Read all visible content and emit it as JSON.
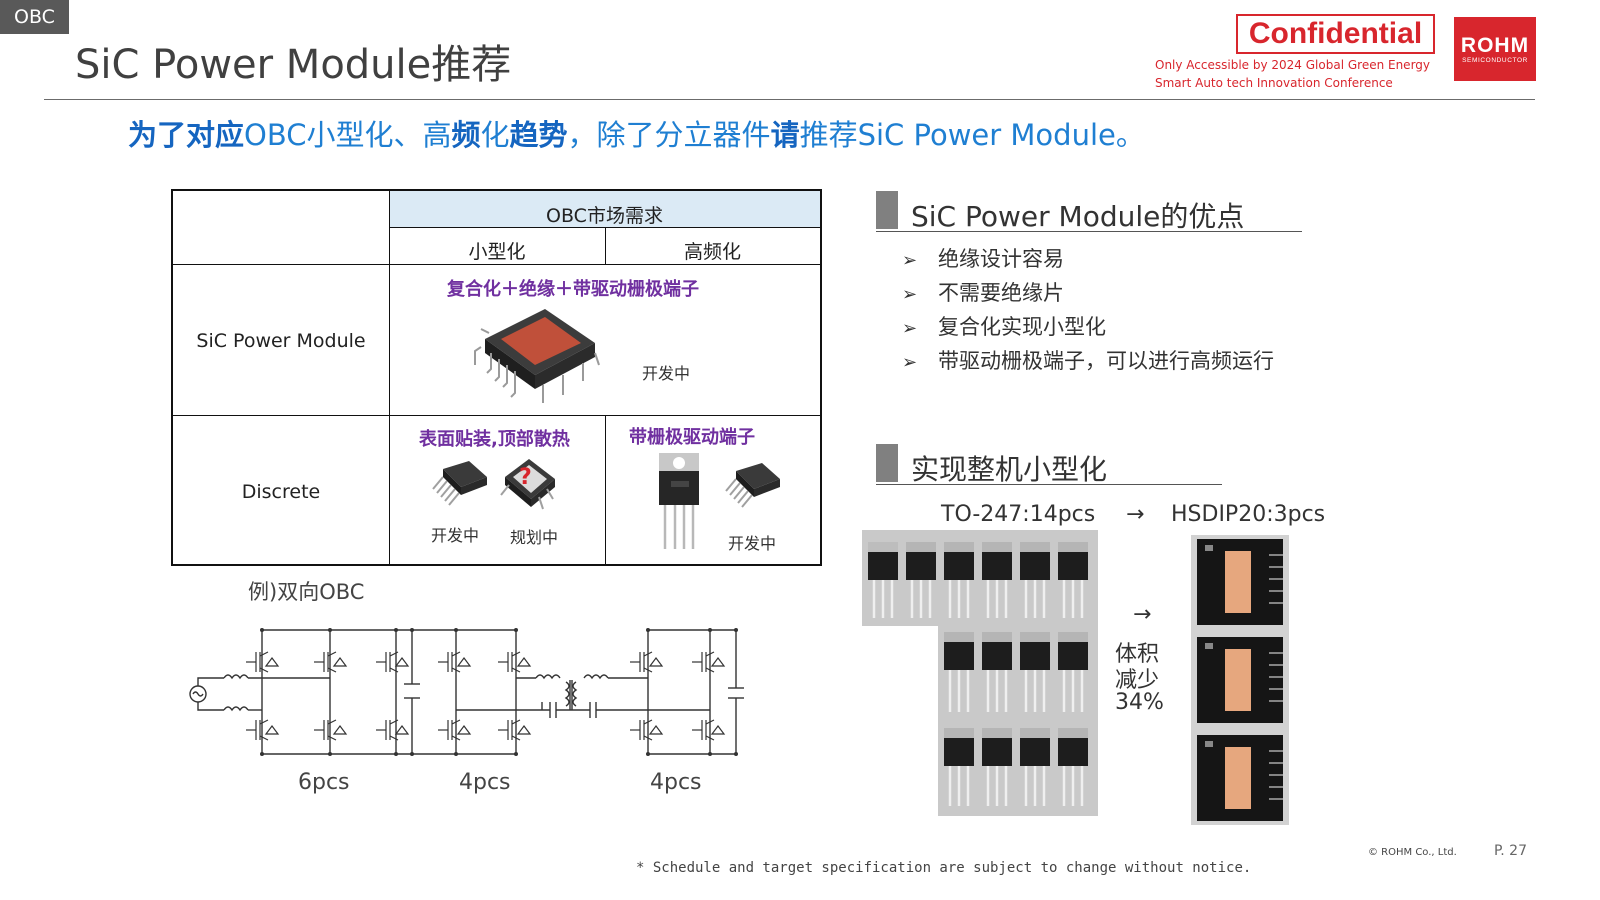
{
  "tag": "OBC",
  "title": "SiC Power Module推荐",
  "confidential": {
    "label": "Confidential",
    "note_line1": "Only Accessible by 2024 Global Green Energy",
    "note_line2": "Smart Auto tech Innovation Conference"
  },
  "logo": {
    "name": "ROHM",
    "sub": "SEMICONDUCTOR"
  },
  "headline": {
    "p1": "为了",
    "p2": "对应",
    "p3": "OBC小型化、高",
    "p4": "频",
    "p5": "化",
    "p6": "趋势",
    "p7": "，除了分立器件",
    "p8": "请",
    "p9": "推荐SiC Power Module。"
  },
  "table": {
    "group_header": "OBC市场需求",
    "col1": "小型化",
    "col2": "高频化",
    "row1_label": "SiC Power Module",
    "row1_feature": "复合化＋绝缘＋带驱动栅极端子",
    "row1_status": "开发中",
    "row2_label": "Discrete",
    "row2_feature_left": "表面贴装,顶部散热",
    "row2_feature_right": "带栅极驱动端子",
    "row2_status_a": "开发中",
    "row2_status_b": "规划中",
    "row2_status_c": "开发中",
    "question": "?"
  },
  "circuit": {
    "caption": "例)双向OBC",
    "counts": [
      "6pcs",
      "4pcs",
      "4pcs"
    ]
  },
  "advantages": {
    "title": "SiC Power Module的优点",
    "items": [
      "绝缘设计容易",
      "不需要绝缘片",
      "复合化实现小型化",
      "带驱动栅极端子，可以进行高频运行"
    ]
  },
  "downsizing": {
    "title": "实现整机小型化",
    "from": "TO-247:14pcs",
    "arrow": "→",
    "to": "HSDIP20:3pcs",
    "reduction_l1": "体积",
    "reduction_l2": "减少",
    "reduction_l3": "34%"
  },
  "footer": {
    "note": "* Schedule and target specification are subject to change without notice.",
    "copyright": "© ROHM Co., Ltd.",
    "page": "P. 27"
  }
}
